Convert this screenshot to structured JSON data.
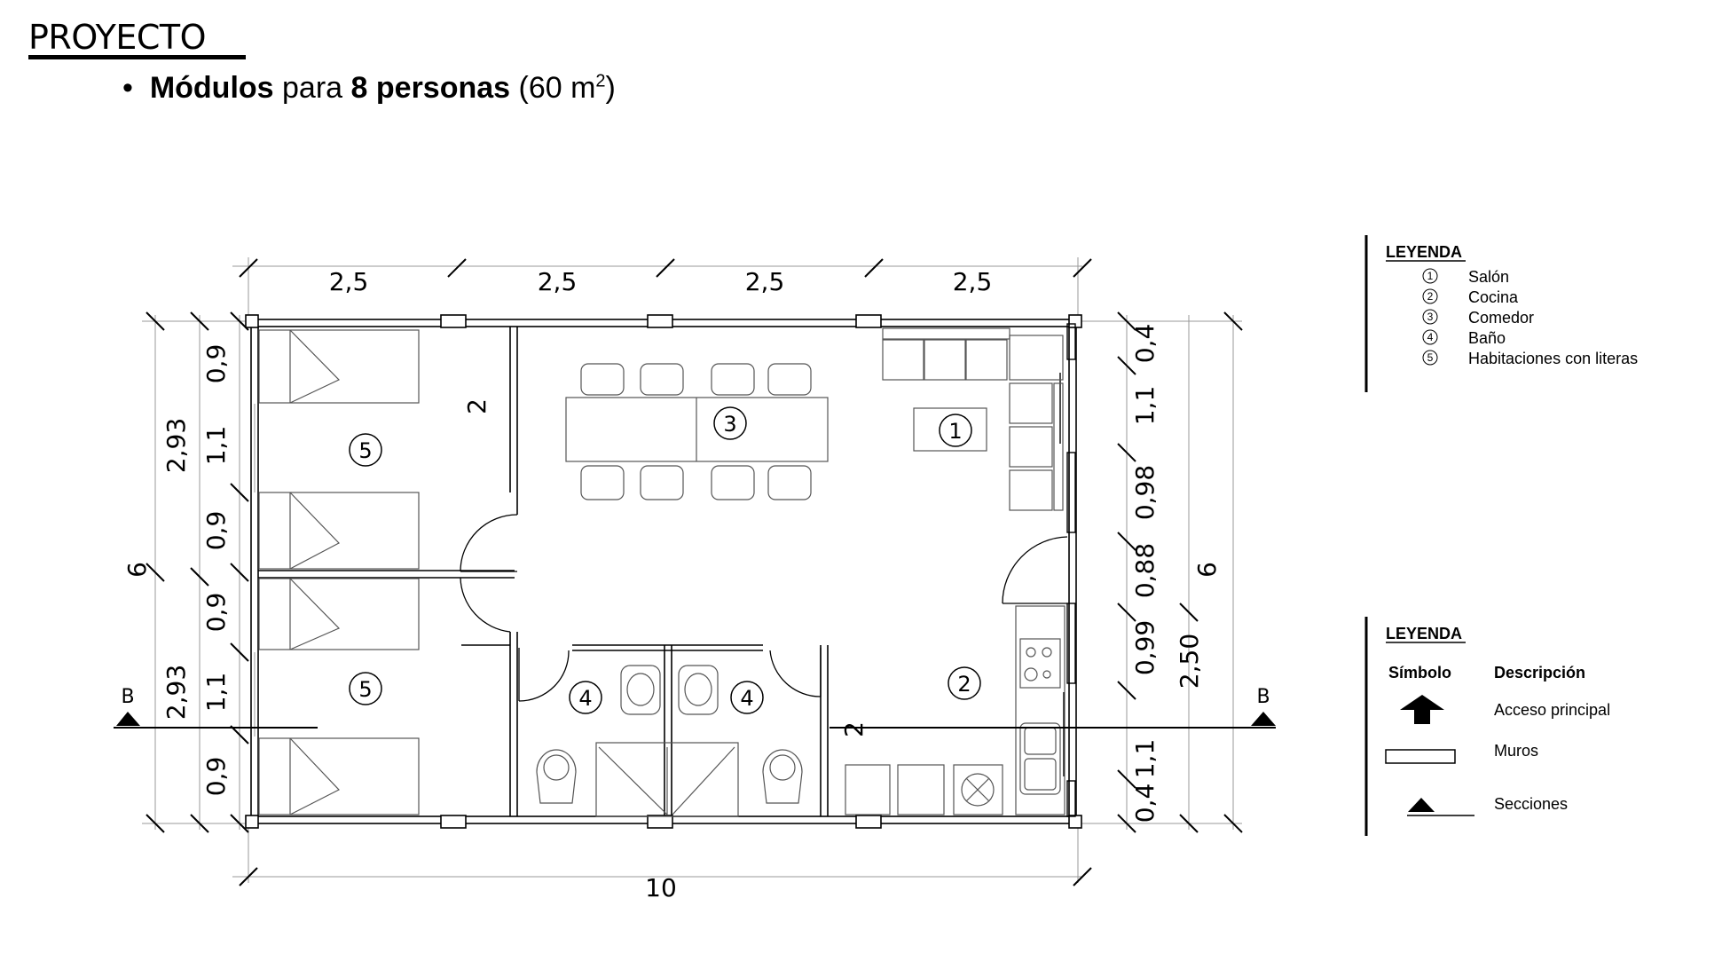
{
  "header": {
    "title": "PROYECTO"
  },
  "subtitle": {
    "bullet": "•",
    "part1": "Módulos",
    "part2": " para ",
    "part3": "8 personas",
    "part4": " (60 m",
    "sup": "2",
    "part5": ")"
  },
  "plan": {
    "top_dims": [
      "2,5",
      "2,5",
      "2,5",
      "2,5"
    ],
    "bottom_dim": "10",
    "left_outer": "6",
    "left_mid": [
      "2,93",
      "2,93"
    ],
    "left_inner": [
      "0,9",
      "1,1",
      "0,9",
      "0,9",
      "1,1",
      "0,9"
    ],
    "right_inner": [
      "0,4",
      "1,1",
      "0,98",
      "0,88",
      "0,99",
      "1,1",
      "0,4"
    ],
    "right_mid": "2,50",
    "right_outer": "6",
    "interior_dims": [
      "2",
      "2"
    ],
    "section_label": "B",
    "room_numbers": [
      "1",
      "2",
      "3",
      "4",
      "4",
      "5",
      "5"
    ]
  },
  "legend1": {
    "title": "LEYENDA",
    "items": [
      {
        "num": "1",
        "label": "Salón"
      },
      {
        "num": "2",
        "label": "Cocina"
      },
      {
        "num": "3",
        "label": "Comedor"
      },
      {
        "num": "4",
        "label": "Baño"
      },
      {
        "num": "5",
        "label": "Habitaciones con literas"
      }
    ]
  },
  "legend2": {
    "title": "LEYENDA",
    "col_symbol": "Símbolo",
    "col_desc": "Descripción",
    "items": [
      {
        "symbol": "arrow-up-icon",
        "label": "Acceso principal"
      },
      {
        "symbol": "wall-rect-icon",
        "label": "Muros"
      },
      {
        "symbol": "section-triangle-icon",
        "label": "Secciones"
      }
    ]
  }
}
